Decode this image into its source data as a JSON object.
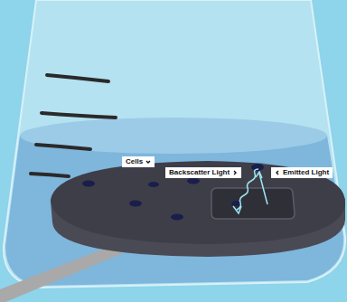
{
  "diagram": {
    "labels": [
      "Cells",
      "Backscatter Light",
      "Emitted Light"
    ]
  }
}
